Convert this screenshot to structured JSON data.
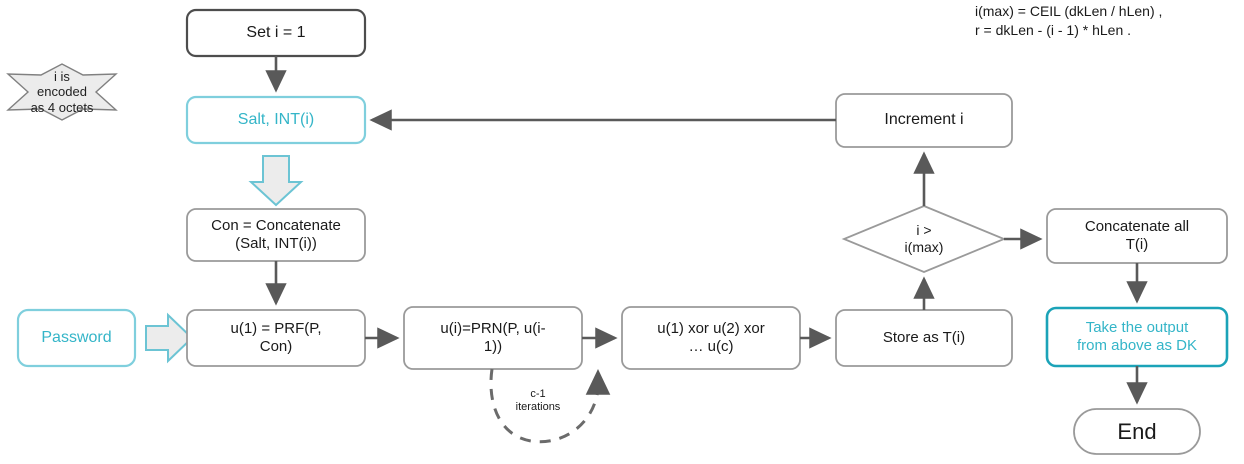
{
  "diagram": {
    "title": "PBKDF2 key derivation flowchart",
    "colors": {
      "cyan_text": "#34b5c8",
      "cyan_border_light": "#7fcfdd",
      "cyan_border_dark": "#1ba3b8",
      "gray_border": "#9a9a9a",
      "dark_border": "#4d4d4d",
      "arrow_gray": "#595959",
      "shape_fill": "#ececec",
      "text_dark": "#1a1a1a"
    },
    "formula_note": {
      "line1": "i(max) = CEIL (dkLen / hLen) ,",
      "line2": "r = dkLen - (i - 1) * hLen ."
    },
    "nodes": [
      {
        "id": "set-i",
        "label": "Set i = 1",
        "shape": "rounded-rect",
        "style": "dark-outline"
      },
      {
        "id": "salt-int",
        "label": "Salt, INT(i)",
        "shape": "rounded-rect",
        "style": "cyan-outline"
      },
      {
        "id": "note-octets",
        "label": "i is encoded\nas 4 octets",
        "shape": "star6",
        "style": "gray-fill"
      },
      {
        "id": "con-concat",
        "label": "Con = Concatenate\n(Salt, INT(i))",
        "shape": "rounded-rect",
        "style": "gray-outline"
      },
      {
        "id": "password",
        "label": "Password",
        "shape": "rounded-rect",
        "style": "cyan-outline"
      },
      {
        "id": "u1-prf",
        "label": "u(1) = PRF(P,\nCon)",
        "shape": "rounded-rect",
        "style": "gray-outline"
      },
      {
        "id": "ui-prn",
        "label": "u(i)=PRN(P, u(i-\n1))",
        "shape": "rounded-rect",
        "style": "gray-outline"
      },
      {
        "id": "xor-all",
        "label": "u(1) xor u(2) xor\n… u(c)",
        "shape": "rounded-rect",
        "style": "gray-outline"
      },
      {
        "id": "store-ti",
        "label": "Store as T(i)",
        "shape": "rounded-rect",
        "style": "gray-outline"
      },
      {
        "id": "decision-imax",
        "label": "i >\ni(max)",
        "shape": "diamond",
        "style": "gray-outline"
      },
      {
        "id": "increment-i",
        "label": "Increment i",
        "shape": "rounded-rect",
        "style": "gray-outline"
      },
      {
        "id": "concat-all-ti",
        "label": "Concatenate all\nT(i)",
        "shape": "rounded-rect",
        "style": "gray-outline"
      },
      {
        "id": "take-output-dk",
        "label": "Take the output\nfrom above as DK",
        "shape": "rounded-rect",
        "style": "cyan-outline-dark"
      },
      {
        "id": "end",
        "label": "End",
        "shape": "pill",
        "style": "gray-outline"
      }
    ],
    "edge_labels": {
      "iterations": "c-1\niterations"
    }
  }
}
